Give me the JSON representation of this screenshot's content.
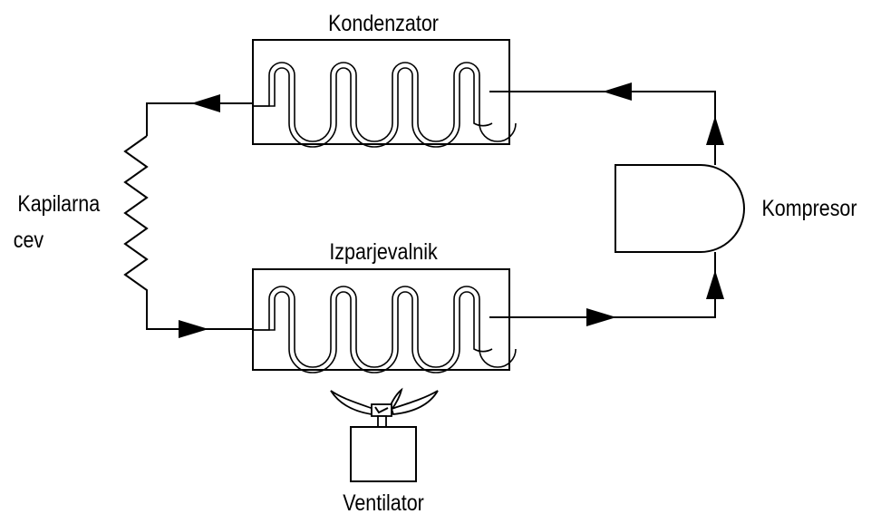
{
  "labels": {
    "condenser": "Kondenzator",
    "evaporator": "Izparjevalnik",
    "capillary_line1": "Kapilarna",
    "capillary_line2": "cev",
    "compressor": "Kompresor",
    "fan": "Ventilator"
  },
  "colors": {
    "line": "#000000",
    "background": "#ffffff"
  }
}
